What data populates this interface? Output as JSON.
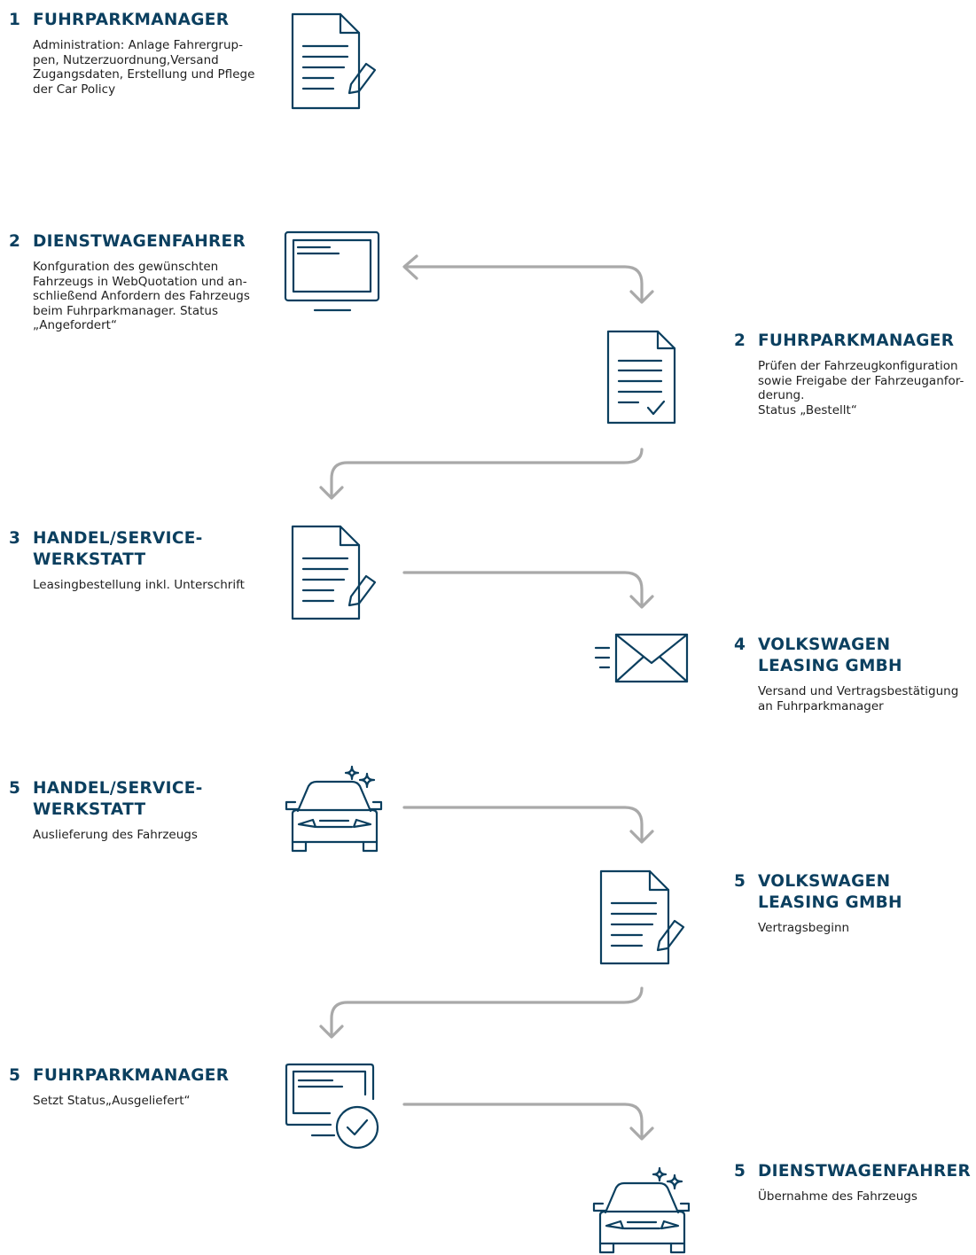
{
  "steps": [
    {
      "num": "1",
      "title": "FUHRPARKMANAGER",
      "desc": "Administration: Anlage Fahrergrup-\npen, Nutzerzuordnung,Versand\nZugangsdaten, Erstellung und Pflege\nder Car Policy",
      "icon": "document-pen-icon"
    },
    {
      "num": "2",
      "title": "DIENSTWAGENFAHRER",
      "desc": "Konfguration des gewünschten\nFahrzeugs in WebQuotation und an-\nschließend Anfordern des Fahrzeugs\nbeim Fuhrparkmanager. Status\n„Angefordert“",
      "icon": "monitor-icon"
    },
    {
      "num": "2",
      "title": "FUHRPARKMANAGER",
      "desc": "Prüfen der Fahrzeugkonfiguration\nsowie Freigabe der Fahrzeuganfor-\nderung.\nStatus „Bestellt“",
      "icon": "document-check-icon"
    },
    {
      "num": "3",
      "title": "HANDEL/SERVICE-\nWERKSTATT",
      "desc": "Leasingbestellung inkl. Unterschrift",
      "icon": "document-pen-icon"
    },
    {
      "num": "4",
      "title": "VOLKSWAGEN\nLEASING GMBH",
      "desc": "Versand und Vertragsbestätigung\nan Fuhrparkmanager",
      "icon": "envelope-icon"
    },
    {
      "num": "5",
      "title": "HANDEL/SERVICE-\nWERKSTATT",
      "desc": "Auslieferung des Fahrzeugs",
      "icon": "car-sparkle-icon"
    },
    {
      "num": "5",
      "title": "VOLKSWAGEN\nLEASING GMBH",
      "desc": "Vertragsbeginn",
      "icon": "document-pen-icon"
    },
    {
      "num": "5",
      "title": "FUHRPARKMANAGER",
      "desc": "Setzt Status„Ausgeliefert“",
      "icon": "monitor-check-icon"
    },
    {
      "num": "5",
      "title": "DIENSTWAGENFAHRER",
      "desc": "Übernahme des Fahrzeugs",
      "icon": "car-sparkle-icon"
    }
  ],
  "colors": {
    "heading": "#0b3f5f",
    "icon": "#0b3f5f",
    "arrow": "#a9a9a9",
    "text": "#1f1f1f"
  }
}
